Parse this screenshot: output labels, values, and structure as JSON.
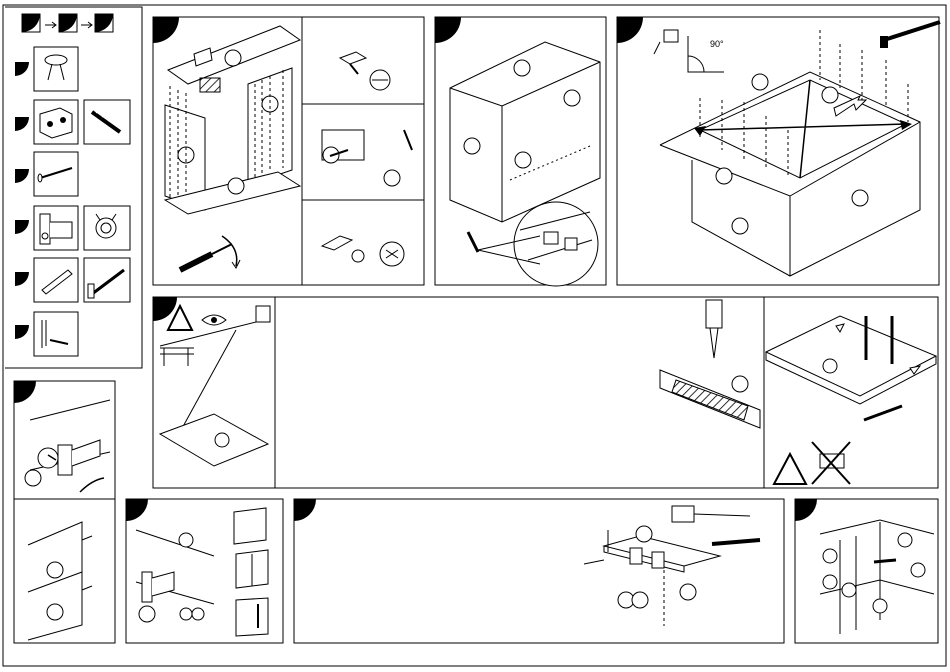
{
  "sheet": {
    "angle_label": "90°",
    "legend_rows": [
      {
        "id": "hardware-knob-row"
      },
      {
        "id": "hardware-cam-lock-screw-row"
      },
      {
        "id": "hardware-nail-row"
      },
      {
        "id": "hardware-hinge-row"
      },
      {
        "id": "hardware-dowel-row"
      },
      {
        "id": "hardware-bracket-row"
      }
    ],
    "panels": [
      "legend-panel",
      "step-panel-1",
      "step-panel-2",
      "step-panel-3",
      "step-panel-4",
      "step-panel-5",
      "step-panel-6",
      "step-panel-7",
      "step-panel-8",
      "step-panel-9"
    ]
  }
}
